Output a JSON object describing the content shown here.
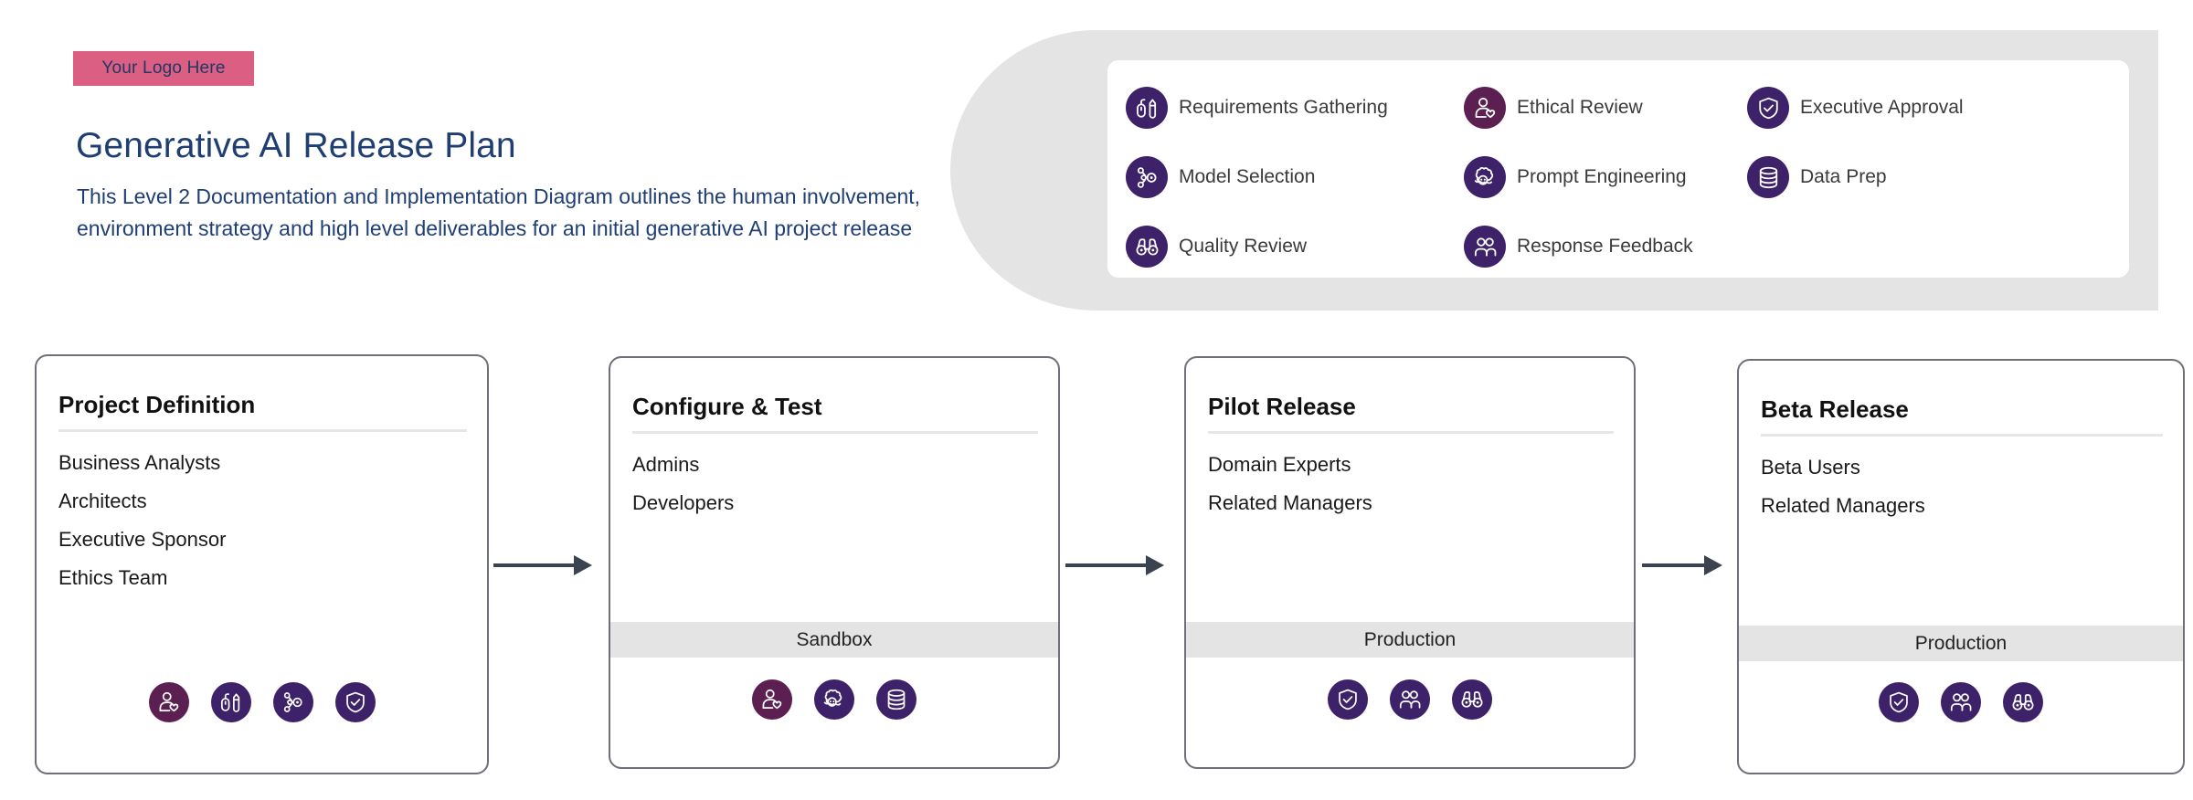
{
  "header": {
    "logo_label": "Your Logo Here",
    "logo_bg_color": "#DB5E83",
    "title": "Generative AI Release Plan",
    "description": "This Level 2 Documentation and Implementation Diagram outlines the human involvement, environment strategy and high level deliverables for an initial generative AI project release",
    "title_color": "#1F3E73"
  },
  "legend": {
    "banner_color": "#E4E4E4",
    "card_bg": "#FFFFFF",
    "items": [
      {
        "icon": "mouse-pencil-icon",
        "label": "Requirements Gathering",
        "color": "#3D2269"
      },
      {
        "icon": "model-nodes-icon",
        "label": "Model Selection",
        "color": "#3D2269"
      },
      {
        "icon": "binoculars-icon",
        "label": "Quality Review",
        "color": "#3D2269"
      },
      {
        "icon": "person-heart-icon",
        "label": "Ethical Review",
        "color": "#5B1F51"
      },
      {
        "icon": "brain-head-icon",
        "label": "Prompt Engineering",
        "color": "#3D2269"
      },
      {
        "icon": "two-people-icon",
        "label": "Response Feedback",
        "color": "#3D2269"
      },
      {
        "icon": "shield-check-icon",
        "label": "Executive Approval",
        "color": "#3D2269"
      },
      {
        "icon": "database-icon",
        "label": "Data Prep",
        "color": "#3D2269"
      }
    ]
  },
  "stages": [
    {
      "title": "Project Definition",
      "people": [
        "Business Analysts",
        "Architects",
        "Executive Sponsor",
        "Ethics Team"
      ],
      "environment": null,
      "icons": [
        "person-heart-icon",
        "mouse-pencil-icon",
        "model-nodes-icon",
        "shield-check-icon"
      ]
    },
    {
      "title": "Configure & Test",
      "people": [
        "Admins",
        "Developers"
      ],
      "environment": "Sandbox",
      "icons": [
        "person-heart-icon",
        "brain-head-icon",
        "database-icon"
      ]
    },
    {
      "title": "Pilot Release",
      "people": [
        "Domain Experts",
        "Related Managers"
      ],
      "environment": "Production",
      "icons": [
        "shield-check-icon",
        "two-people-icon",
        "binoculars-icon"
      ]
    },
    {
      "title": "Beta Release",
      "people": [
        "Beta Users",
        "Related Managers"
      ],
      "environment": "Production",
      "icons": [
        "shield-check-icon",
        "two-people-icon",
        "binoculars-icon"
      ]
    }
  ],
  "connectors": {
    "count": 3,
    "color": "#3C4350"
  }
}
